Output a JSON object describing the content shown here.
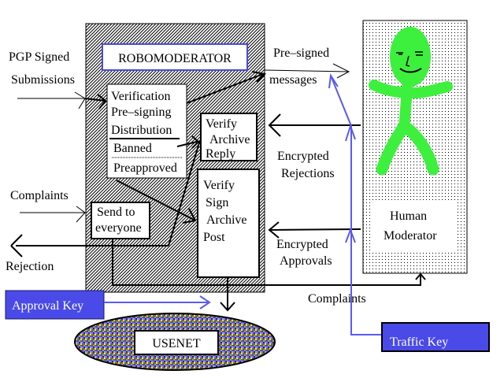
{
  "diagram": {
    "robomoderator": {
      "title": "ROBOMODERATOR",
      "verification_box": {
        "lines": [
          "Verification",
          "Pre–signing",
          "Distribution",
          "Banned",
          "Preapproved"
        ]
      },
      "reply_box": {
        "lines": [
          "Verify",
          "Archive",
          "Reply"
        ]
      },
      "post_box": {
        "lines": [
          "Verify",
          "Sign",
          "Archive",
          "Post"
        ]
      },
      "send_box": {
        "lines": [
          "Send to",
          "everyone"
        ]
      }
    },
    "inputs": {
      "submissions": [
        "PGP Signed",
        "Submissions"
      ],
      "complaints_in": "Complaints"
    },
    "outputs": {
      "rejection": "Rejection",
      "presigned": [
        "Pre–signed",
        "messages"
      ],
      "encrypted_rejections": [
        "Encrypted",
        "Rejections"
      ],
      "encrypted_approvals": [
        "Encrypted",
        "Approvals"
      ],
      "complaints_out": "Complaints"
    },
    "human": {
      "label": [
        "Human",
        "Moderator"
      ]
    },
    "keys": {
      "approval_key": "Approval Key",
      "traffic_key": "Traffic  Key"
    },
    "usenet": {
      "label": "USENET"
    },
    "colors": {
      "key_fill": "#4a4ae8",
      "key_line": "#5a5af0",
      "title_border": "#4b4bdb",
      "figure": "#3ef03e"
    }
  }
}
